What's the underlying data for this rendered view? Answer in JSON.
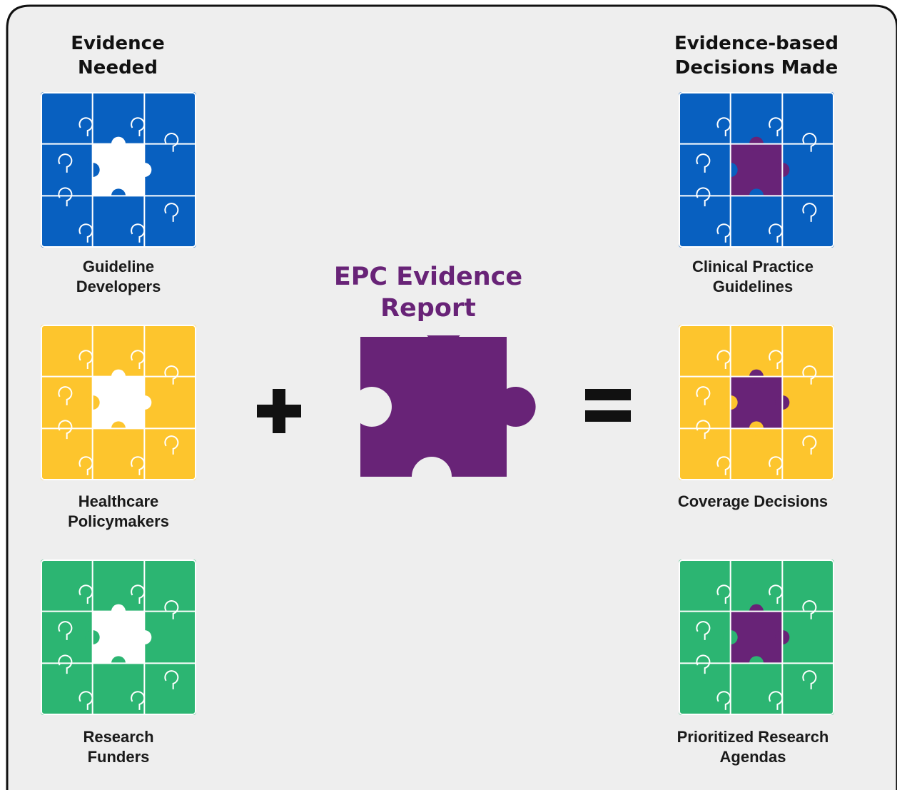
{
  "headings": {
    "left": "Evidence\nNeeded",
    "right": "Evidence-based\nDecisions Made"
  },
  "center": {
    "title": "EPC Evidence\nReport",
    "plus_symbol": "+",
    "equals_symbol": "="
  },
  "rows": [
    {
      "color": "#0860c0",
      "stakeholder": "Guideline\nDevelopers",
      "decision": "Clinical Practice\nGuidelines"
    },
    {
      "color": "#fdc52d",
      "stakeholder": "Healthcare\nPolicymakers",
      "decision": "Coverage Decisions"
    },
    {
      "color": "#2cb572",
      "stakeholder": "Research\nFunders",
      "decision": "Prioritized Research\nAgendas"
    }
  ],
  "colors": {
    "report_purple": "#682377",
    "missing_piece": "#ffffff",
    "background": "#eeeeee"
  }
}
